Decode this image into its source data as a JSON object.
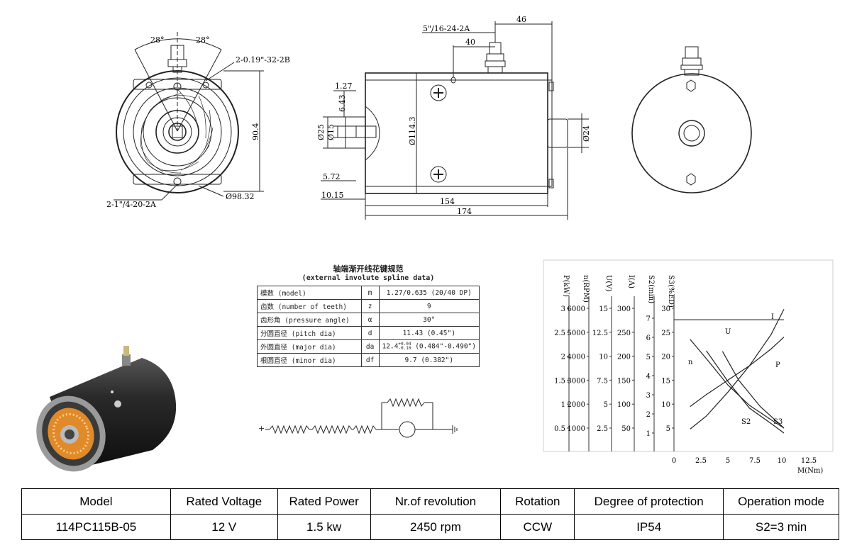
{
  "drawings": {
    "left_view": {
      "angle_left": "28°",
      "angle_right": "28°",
      "thread_top": "2-0.19\"-32-2B",
      "thread_bottom": "2-1\"/4-20-2A",
      "dim_height": "90.4",
      "dim_diameter": "Ø98.32"
    },
    "side_view": {
      "thread": "5\"/16-24-2A",
      "dim_46": "46",
      "dim_40": "40",
      "dim_1_27": "1.27",
      "dim_6_43": "6.43",
      "dim_d25": "Ø25",
      "dim_d15": "Ø15",
      "dim_d114": "Ø114.3",
      "dim_d24": "Ø24",
      "dim_5_72": "5.72",
      "dim_10_15": "10.15",
      "dim_154": "154",
      "dim_174": "174"
    }
  },
  "spline": {
    "title_cn": "轴端渐开线花键规范",
    "title_en": "(external involute spline data)",
    "rows": [
      {
        "name": "模数 (model)",
        "sym": "m",
        "value": "1.27/0.635 (20/40 DP)"
      },
      {
        "name": "齿数 (number of teeth)",
        "sym": "z",
        "value": "9"
      },
      {
        "name": "齿形角 (pressure angle)",
        "sym": "α",
        "value": "30°"
      },
      {
        "name": "分圆直径 (pitch dia)",
        "sym": "d",
        "value": "11.43 (0.45\")"
      },
      {
        "name": "外圆直径 (major dia)",
        "sym": "da",
        "value": "12.4",
        "sup": "+0.04",
        "sub": "-0.10",
        "value_tail": " (0.484\"-0.490\")"
      },
      {
        "name": "根圆直径 (minor dia)",
        "sym": "df",
        "value": "9.7 (0.382\")"
      }
    ]
  },
  "circuit": {
    "plus_label": "+"
  },
  "chart_data": {
    "type": "line",
    "x": [
      0,
      2.5,
      5,
      7.5,
      10,
      12.5
    ],
    "xlabel": "M(Nm)",
    "xlim": [
      0,
      12.5
    ],
    "axes": [
      {
        "label": "P(kW)",
        "ticks": [
          "0.5",
          "1",
          "1.5",
          "2",
          "2.5",
          "3"
        ]
      },
      {
        "label": "n(RPM)",
        "ticks": [
          "1000",
          "2000",
          "3000",
          "4000",
          "5000",
          "6000"
        ]
      },
      {
        "label": "U(V)",
        "ticks": [
          "2.5",
          "5",
          "7.5",
          "10",
          "12.5",
          "15"
        ]
      },
      {
        "label": "I(A)",
        "ticks": [
          "50",
          "100",
          "150",
          "200",
          "250",
          "300"
        ]
      },
      {
        "label": "S2(min)",
        "ticks": [
          "1",
          "2",
          "3",
          "4",
          "5",
          "6",
          "7"
        ]
      },
      {
        "label": "S3(%ED)",
        "ticks": [
          "5",
          "10",
          "15",
          "20",
          "25",
          "30"
        ]
      }
    ],
    "series": [
      {
        "name": "U",
        "axis": "U(V)",
        "x": [
          0,
          10.2
        ],
        "y": [
          13.8,
          13.8
        ]
      },
      {
        "name": "I",
        "axis": "I(A)",
        "x": [
          1.5,
          3,
          5,
          7,
          9,
          10.2
        ],
        "y": [
          48,
          75,
          125,
          180,
          245,
          298
        ]
      },
      {
        "name": "P",
        "axis": "P(kW)",
        "x": [
          1.5,
          3,
          5,
          7,
          9,
          10.2
        ],
        "y": [
          0.95,
          1.2,
          1.5,
          1.8,
          2.15,
          2.4
        ]
      },
      {
        "name": "n",
        "axis": "n(RPM)",
        "x": [
          1.5,
          3,
          5,
          7,
          9,
          10.2
        ],
        "y": [
          4700,
          3900,
          2800,
          1950,
          1350,
          1000
        ]
      },
      {
        "name": "S2",
        "axis": "S2(min)",
        "x": [
          3,
          5,
          7,
          9,
          10.2
        ],
        "y": [
          5.3,
          3.7,
          2.3,
          1.5,
          1
        ]
      },
      {
        "name": "S3",
        "axis": "S3(%ED)",
        "x": [
          4.5,
          6,
          8,
          10.2
        ],
        "y": [
          21,
          15,
          9.5,
          5
        ]
      }
    ]
  },
  "spec": {
    "headers": [
      "Model",
      "Rated Voltage",
      "Rated Power",
      "Nr.of revolution",
      "Rotation",
      "Degree of protection",
      "Operation mode"
    ],
    "values": [
      "114PC115B-05",
      "12 V",
      "1.5 kw",
      "2450 rpm",
      "CCW",
      "IP54",
      "S2=3 min"
    ]
  }
}
